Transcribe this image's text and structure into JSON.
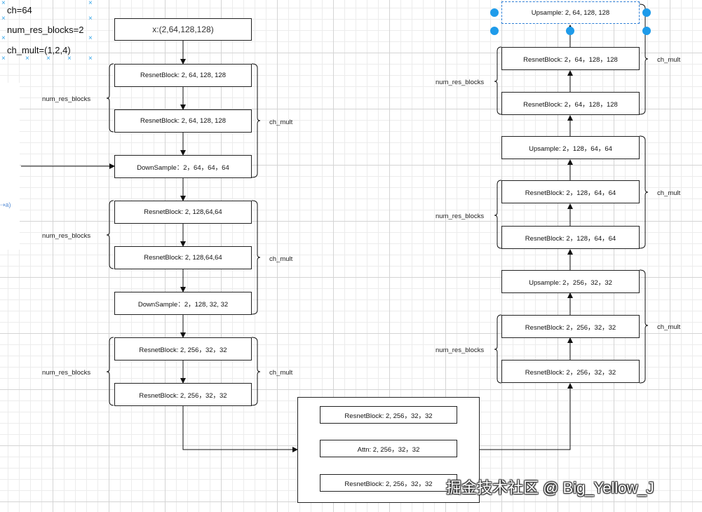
{
  "params": {
    "ch": "ch=64",
    "num_res_blocks": "num_res_blocks=2",
    "ch_mult": "ch_mult=(1,2,4)"
  },
  "side_icon": "⇢a)",
  "down_path": {
    "input": "x:(2,64,128,128)",
    "blocks": [
      "ResnetBlock: 2, 64, 128, 128",
      "ResnetBlock: 2, 64, 128, 128",
      "DownSample：2，64，64，64",
      "ResnetBlock: 2, 128,64,64",
      "ResnetBlock: 2, 128,64,64",
      "DownSample：2，128, 32, 32",
      "ResnetBlock: 2, 256，32，32",
      "ResnetBlock: 2, 256，32，32"
    ]
  },
  "middle": {
    "blocks": [
      "ResnetBlock: 2, 256，32，32",
      "Attn: 2, 256，32，32",
      "ResnetBlock: 2, 256，32，32"
    ]
  },
  "up_path": {
    "blocks": [
      "Upsample: 2, 64, 128, 128",
      "ResnetBlock: 2，64，128，128",
      "ResnetBlock: 2，64，128，128",
      "Upsample: 2，128，64，64",
      "ResnetBlock: 2，128，64，64",
      "ResnetBlock: 2，128，64，64",
      "Upsample: 2，256，32，32",
      "ResnetBlock: 2，256，32，32",
      "ResnetBlock: 2，256，32，32"
    ]
  },
  "labels": {
    "num_res_blocks": "num_res_blocks",
    "ch_mult": "ch_mult"
  },
  "watermark": "掘金技术社区 @ Big_Yellow_J"
}
